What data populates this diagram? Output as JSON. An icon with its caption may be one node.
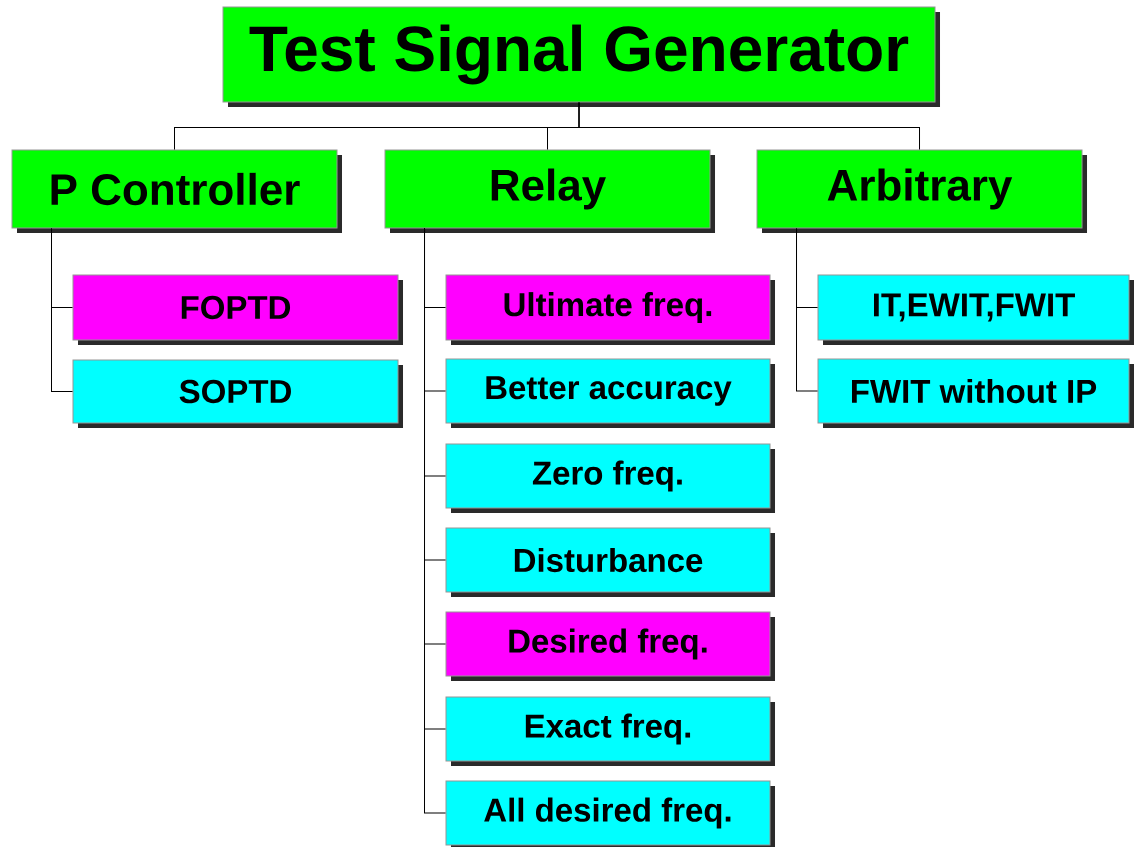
{
  "diagram": {
    "nodes": [
      {
        "text": [
          "Test Signal Generator"
        ]
      },
      {
        "text": [
          "P Controller"
        ]
      },
      {
        "text": [
          "Relay"
        ]
      },
      {
        "text": [
          "Arbitrary"
        ]
      },
      {
        "text": [
          "FOPTD"
        ]
      },
      {
        "text": [
          "SOPTD"
        ]
      },
      {
        "text": [
          "Ultimate freq."
        ]
      },
      {
        "text": [
          "Better accuracy"
        ]
      },
      {
        "text": [
          "Zero freq."
        ]
      },
      {
        "text": [
          "Disturbance"
        ]
      },
      {
        "text": [
          "Desired freq."
        ]
      },
      {
        "text": [
          "Exact freq."
        ]
      },
      {
        "text": [
          "All desired freq."
        ]
      },
      {
        "text": [
          "IT,EWIT,FWIT"
        ]
      },
      {
        "text": [
          "FWIT without IP"
        ]
      }
    ],
    "edges": [
      {
        "from": 0,
        "to": 1,
        "arrow": "none"
      },
      {
        "from": 0,
        "to": 2,
        "arrow": "none"
      },
      {
        "from": 0,
        "to": 3,
        "arrow": "none"
      },
      {
        "from": 1,
        "to": 4,
        "arrow": "none"
      },
      {
        "from": 1,
        "to": 5,
        "arrow": "none"
      },
      {
        "from": 2,
        "to": 6,
        "arrow": "none"
      },
      {
        "from": 2,
        "to": 7,
        "arrow": "none"
      },
      {
        "from": 2,
        "to": 8,
        "arrow": "none"
      },
      {
        "from": 2,
        "to": 9,
        "arrow": "none"
      },
      {
        "from": 2,
        "to": 10,
        "arrow": "none"
      },
      {
        "from": 2,
        "to": 11,
        "arrow": "none"
      },
      {
        "from": 2,
        "to": 12,
        "arrow": "none"
      },
      {
        "from": 3,
        "to": 13,
        "arrow": "none"
      },
      {
        "from": 3,
        "to": 14,
        "arrow": "none"
      }
    ]
  }
}
